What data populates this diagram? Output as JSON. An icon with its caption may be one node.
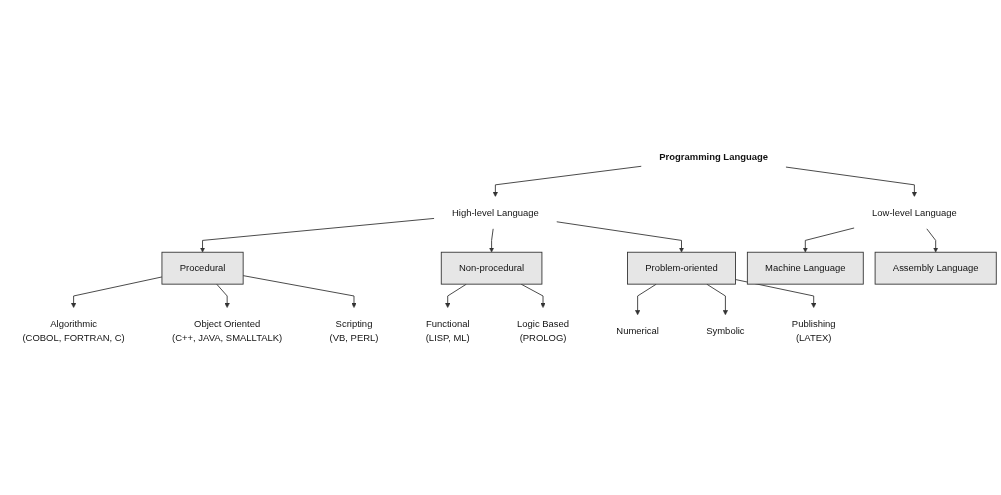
{
  "diagram": {
    "nodes": [
      {
        "text": [
          "Programming Language"
        ]
      },
      {
        "text": [
          "High-level Language"
        ]
      },
      {
        "text": [
          "Low-level Language"
        ]
      },
      {
        "text": [
          "Procedural"
        ]
      },
      {
        "text": [
          "Non-procedural"
        ]
      },
      {
        "text": [
          "Problem-oriented"
        ]
      },
      {
        "text": [
          "Machine Language"
        ]
      },
      {
        "text": [
          "Assembly Language"
        ]
      },
      {
        "text": [
          "Algorithmic",
          "(COBOL, FORTRAN, C)"
        ]
      },
      {
        "text": [
          "Object Oriented",
          "(C++, JAVA, SMALLTALK)"
        ]
      },
      {
        "text": [
          "Scripting",
          "(VB, PERL)"
        ]
      },
      {
        "text": [
          "Functional",
          "(LISP, ML)"
        ]
      },
      {
        "text": [
          "Logic Based",
          "(PROLOG)"
        ]
      },
      {
        "text": [
          "Numerical"
        ]
      },
      {
        "text": [
          "Symbolic"
        ]
      },
      {
        "text": [
          "Publishing",
          "(LATEX)"
        ]
      }
    ],
    "edges": [
      {
        "from": 0,
        "to": 1,
        "arrow": "to"
      },
      {
        "from": 0,
        "to": 2,
        "arrow": "to"
      },
      {
        "from": 1,
        "to": 3,
        "arrow": "to"
      },
      {
        "from": 1,
        "to": 4,
        "arrow": "to"
      },
      {
        "from": 1,
        "to": 5,
        "arrow": "to"
      },
      {
        "from": 2,
        "to": 6,
        "arrow": "to"
      },
      {
        "from": 2,
        "to": 7,
        "arrow": "to"
      },
      {
        "from": 3,
        "to": 8,
        "arrow": "to"
      },
      {
        "from": 3,
        "to": 9,
        "arrow": "to"
      },
      {
        "from": 3,
        "to": 10,
        "arrow": "to"
      },
      {
        "from": 4,
        "to": 11,
        "arrow": "to"
      },
      {
        "from": 4,
        "to": 12,
        "arrow": "to"
      },
      {
        "from": 5,
        "to": 13,
        "arrow": "to"
      },
      {
        "from": 5,
        "to": 14,
        "arrow": "to"
      },
      {
        "from": 5,
        "to": 15,
        "arrow": "to"
      }
    ]
  }
}
